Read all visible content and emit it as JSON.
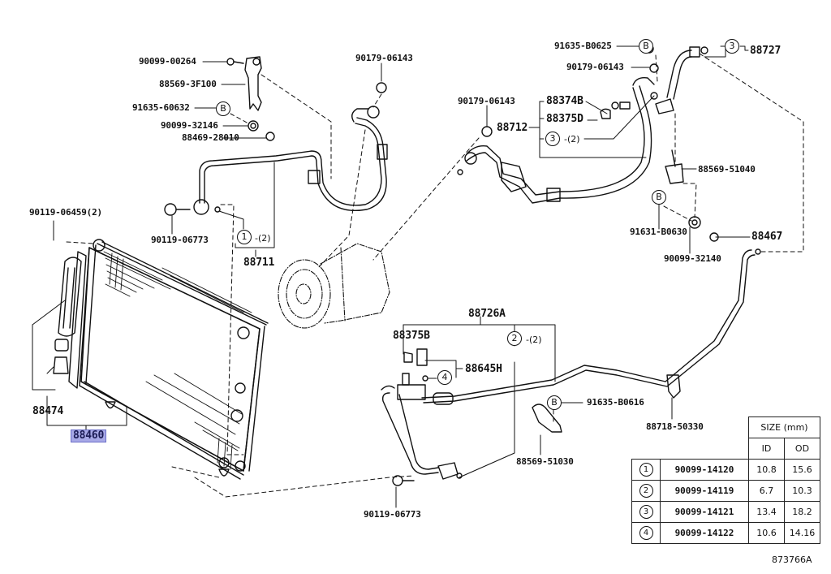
{
  "diagram": {
    "title": "Air Conditioner Condenser & Piping Parts Diagram",
    "figure_id": "873766A",
    "highlighted_part": "88460",
    "highlight_color": "#a7a8e6",
    "labels": {
      "p90099_00264": "90099-00264",
      "p88569_3F100": "88569-3F100",
      "p91635_60632": "91635-60632",
      "p90099_32146": "90099-32146",
      "p88469_28010": "88469-28010",
      "p90179_06143_a": "90179-06143",
      "p90179_06143_b": "90179-06143",
      "p90179_06143_c": "90179-06143",
      "p91635_B0625": "91635-B0625",
      "p88727": "88727",
      "p88374B": "88374B",
      "p88375D": "88375D",
      "p88712": "88712",
      "p88569_51040": "88569-51040",
      "p91631_B0630": "91631-B0630",
      "p88467": "88467",
      "p90099_32140": "90099-32140",
      "p90119_06459": "90119-06459(2)",
      "p90119_06773_a": "90119-06773",
      "p88711": "88711",
      "p88726A": "88726A",
      "p88375B": "88375B",
      "p88645H": "88645H",
      "p91635_B0616": "91635-B0616",
      "p88718_50330": "88718-50330",
      "p88569_51030": "88569-51030",
      "p90119_06773_b": "90119-06773",
      "p88474": "88474",
      "p88460": "88460"
    },
    "callouts": {
      "B": "B",
      "one": "1",
      "two": "2",
      "three": "3",
      "four": "4",
      "qty2": "-(2)"
    }
  },
  "size_table": {
    "header": "SIZE (mm)",
    "columns": [
      "ID",
      "OD"
    ],
    "rows": [
      {
        "ref": "1",
        "part": "90099-14120",
        "id": "10.8",
        "od": "15.6"
      },
      {
        "ref": "2",
        "part": "90099-14119",
        "id": "6.7",
        "od": "10.3"
      },
      {
        "ref": "3",
        "part": "90099-14121",
        "id": "13.4",
        "od": "18.2"
      },
      {
        "ref": "4",
        "part": "90099-14122",
        "id": "10.6",
        "od": "14.16"
      }
    ]
  }
}
